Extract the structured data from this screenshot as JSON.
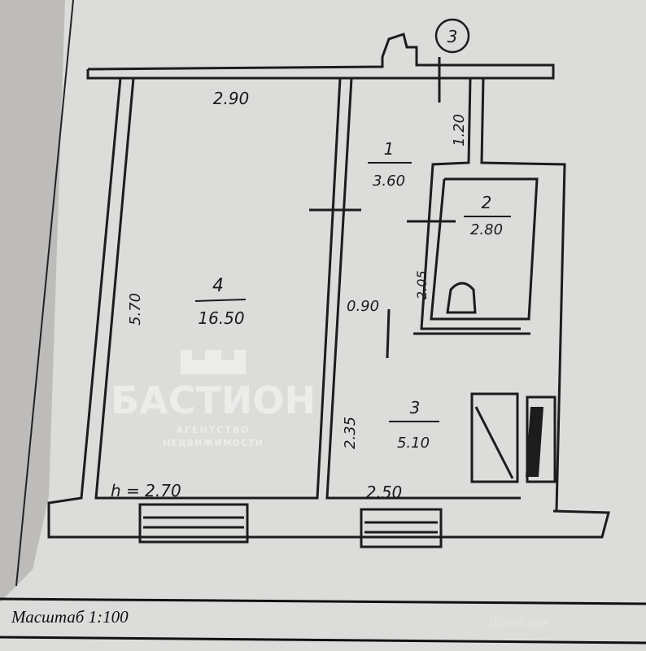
{
  "plan": {
    "unit_number": "3",
    "rooms": [
      {
        "number": "1",
        "area": "3.60"
      },
      {
        "number": "2",
        "area": "2.80"
      },
      {
        "number": "3",
        "area": "5.10"
      },
      {
        "number": "4",
        "area": "16.50"
      }
    ],
    "dimensions": {
      "top_room4": "2.90",
      "corridor_top": "1.20",
      "left_room4": "5.70",
      "bath_side": "2.05",
      "door_width": "0.90",
      "kitchen_side": "2.35",
      "ceiling_height": "h = 2.70",
      "kitchen_bottom": "2.50"
    }
  },
  "footer": {
    "scale": "Масштаб 1:100"
  },
  "watermark": {
    "brand": "БАСТИОН",
    "line1": "АГЕНТСТВО",
    "line2": "НЕДВИЖИМОСТИ",
    "site": "ДомКлик"
  }
}
